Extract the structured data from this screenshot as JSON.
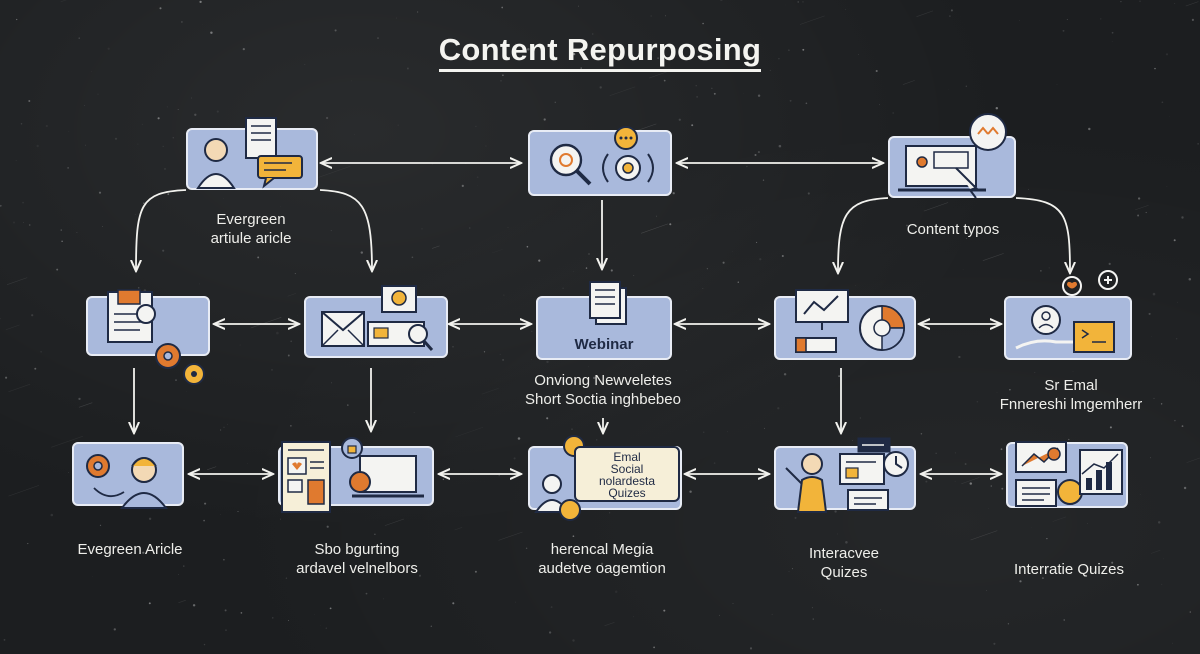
{
  "title": "Content Repurposing",
  "nodes": {
    "webinar": {
      "text": "Webinar"
    },
    "email_card": {
      "lines": [
        "Emal",
        "Social",
        "nolardesta",
        "Quizes"
      ]
    }
  },
  "labels": {
    "evergreen_top": [
      "Evergreen",
      "artiule aricle"
    ],
    "content_types": [
      "Content typos"
    ],
    "webinar_caption": [
      "Onviong Newveletes",
      "Short Soctia inghbebeo"
    ],
    "email_right": [
      "Sr Emal",
      "Fnnereshi lmgemherr"
    ],
    "evergreen_bottom": [
      "Evegreen Aricle"
    ],
    "storytelling": [
      "Sbo bgurting",
      "ardavel velnelbors"
    ],
    "social_media": [
      "herencal Megia",
      "audetve oagemtion"
    ],
    "interactive_mid": [
      "Interacvee",
      "Quizes"
    ],
    "interactive_right": [
      "Interratie Quizes"
    ]
  }
}
